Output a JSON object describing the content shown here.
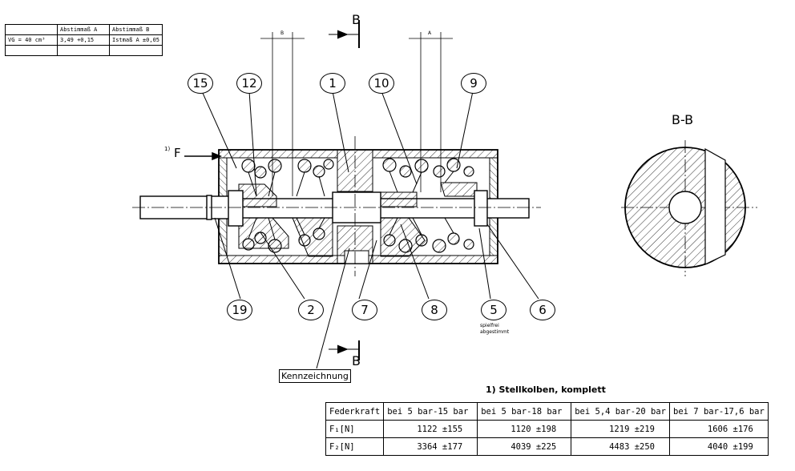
{
  "top_table": {
    "rows": [
      [
        "",
        "Abstimmaß A",
        "Abstimmaß B"
      ],
      [
        "VG = 40 cm³",
        "3,49 +0,15",
        "Istmaß A ±0,05"
      ],
      [
        "",
        "",
        ""
      ]
    ]
  },
  "section_label": "B-B",
  "cut_label_top": "B",
  "cut_label_bottom": "B",
  "dim_label_b": "B",
  "dim_label_a": "A",
  "force_label": "F",
  "force_note_ref": "1)",
  "part_numbers": {
    "p15": "15",
    "p12": "12",
    "p1": "1",
    "p10": "10",
    "p9": "9",
    "p19": "19",
    "p2": "2",
    "p7": "7",
    "p8": "8",
    "p5": "5",
    "p6": "6"
  },
  "annotation_spiel_line1": "spielfrei",
  "annotation_spiel_line2": "abgestimmt",
  "kennzeichnung": "Kennzeichnung",
  "footnote": "1)  Stellkolben, komplett",
  "force_table": {
    "header": [
      "Federkraft",
      "bei 5 bar-15 bar",
      "bei 5 bar-18 bar",
      "bei 5,4 bar-20 bar",
      "bei 7 bar-17,6 bar"
    ],
    "rows": [
      [
        "F₁[N]",
        "1122 ±155",
        "1120 ±198",
        "1219 ±219",
        "1606 ±176"
      ],
      [
        "F₂[N]",
        "3364 ±177",
        "4039 ±225",
        "4483 ±250",
        "4040 ±199"
      ]
    ]
  }
}
